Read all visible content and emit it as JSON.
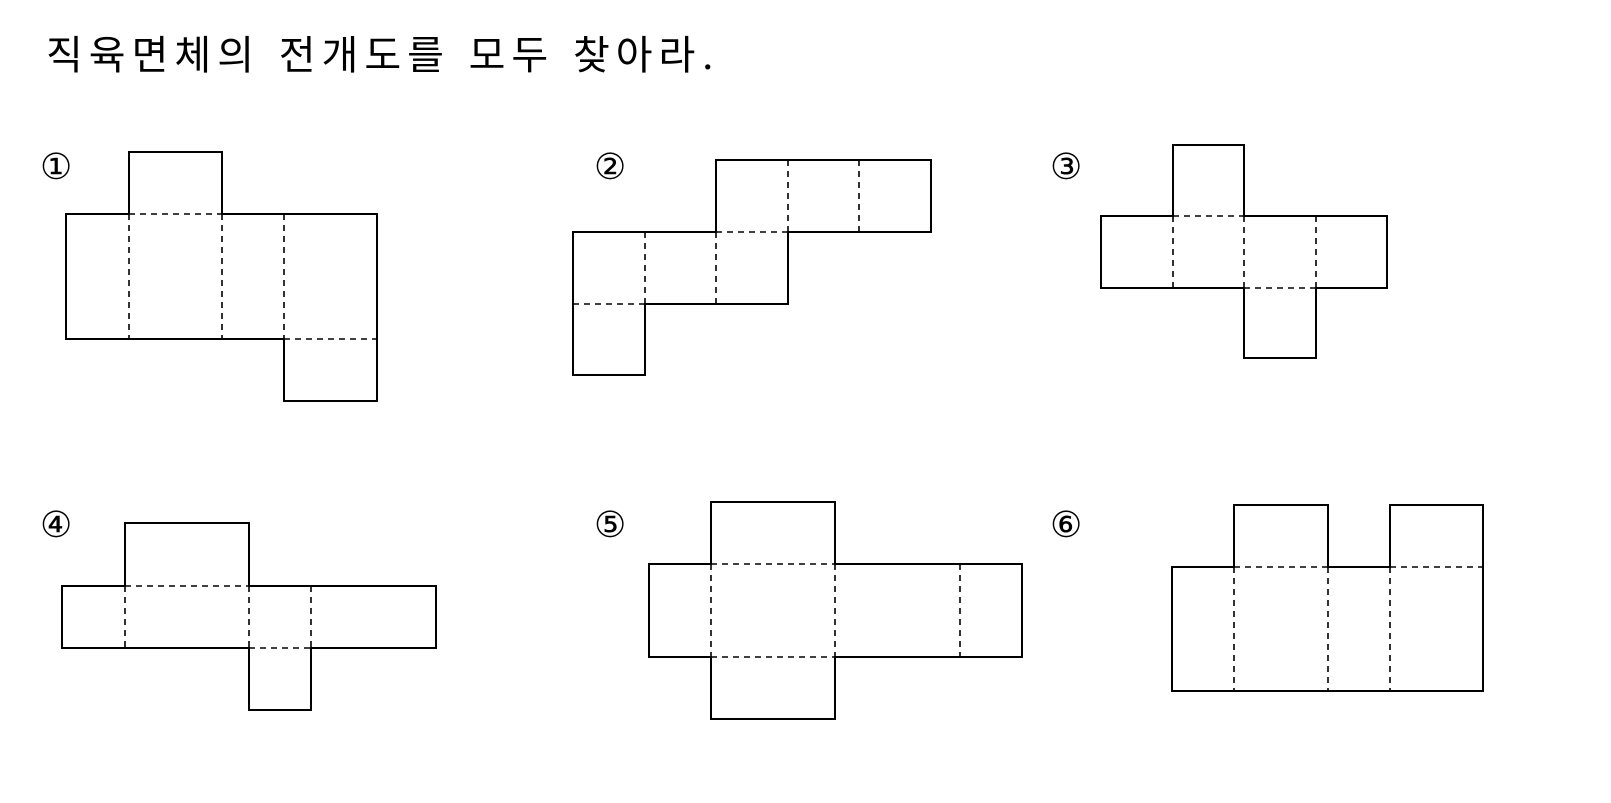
{
  "question": "직육면체의 전개도를 모두 찾아라.",
  "choices": [
    {
      "number": "①"
    },
    {
      "number": "②"
    },
    {
      "number": "③"
    },
    {
      "number": "④"
    },
    {
      "number": "⑤"
    },
    {
      "number": "⑥"
    }
  ]
}
